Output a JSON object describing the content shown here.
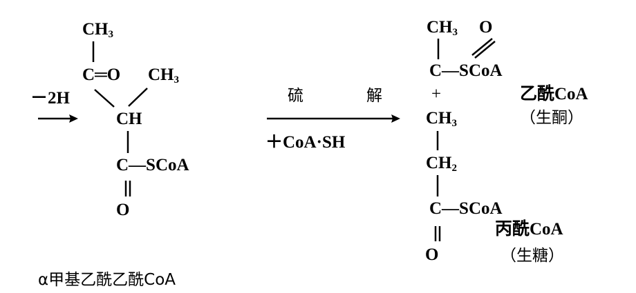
{
  "reactant": {
    "ch3_top": "CH",
    "ch3_top_sub": "3",
    "carbonyl": "C═O",
    "ch3_side": "CH",
    "ch3_side_sub": "3",
    "ch": "CH",
    "c_scoa": "C—SCoA",
    "o_bottom": "O",
    "name": "α甲基乙酰乙酰CoA"
  },
  "left_step": {
    "label": "－2H"
  },
  "reaction": {
    "label_top_1": "硫",
    "label_top_2": "解",
    "label_bottom": "＋CoA·SH"
  },
  "products": {
    "acetyl": {
      "ch3": "CH",
      "ch3_sub": "3",
      "o": "O",
      "c_scoa": "C—SCoA",
      "name": "乙酰CoA",
      "note": "（生酮）"
    },
    "plus": "+",
    "propionyl": {
      "ch3": "CH",
      "ch3_sub": "3",
      "ch2": "CH",
      "ch2_sub": "2",
      "c_scoa": "C—SCoA",
      "o": "O",
      "name": "丙酰CoA",
      "note": "（生糖）"
    }
  }
}
